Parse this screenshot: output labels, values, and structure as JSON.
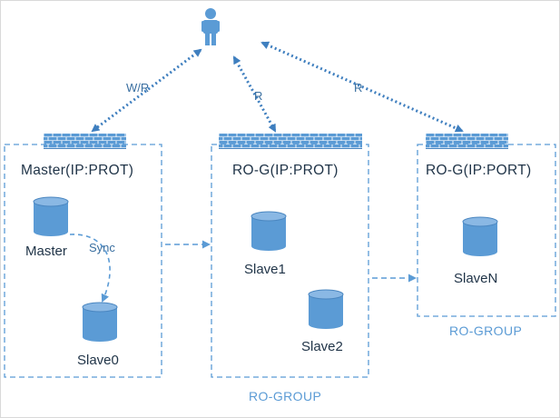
{
  "groups": [
    {
      "title": "Master(IP:PROT)"
    },
    {
      "title": "RO-G(IP:PROT)",
      "caption": "RO-GROUP"
    },
    {
      "title": "RO-G(IP:PORT)",
      "caption": "RO-GROUP"
    }
  ],
  "databases": {
    "master": "Master",
    "slave0": "Slave0",
    "slave1": "Slave1",
    "slave2": "Slave2",
    "slaven": "SlaveN"
  },
  "edges": {
    "write_read": "W/R",
    "read_group1": "R",
    "read_group2": "R",
    "sync": "Sync"
  },
  "colors": {
    "accent": "#5b9bd5",
    "dark_accent": "#4a86c0",
    "text": "#1f3347"
  },
  "icons": {
    "client": "user-icon",
    "proxy": "firewall-icon",
    "database": "database-cylinder-icon"
  }
}
